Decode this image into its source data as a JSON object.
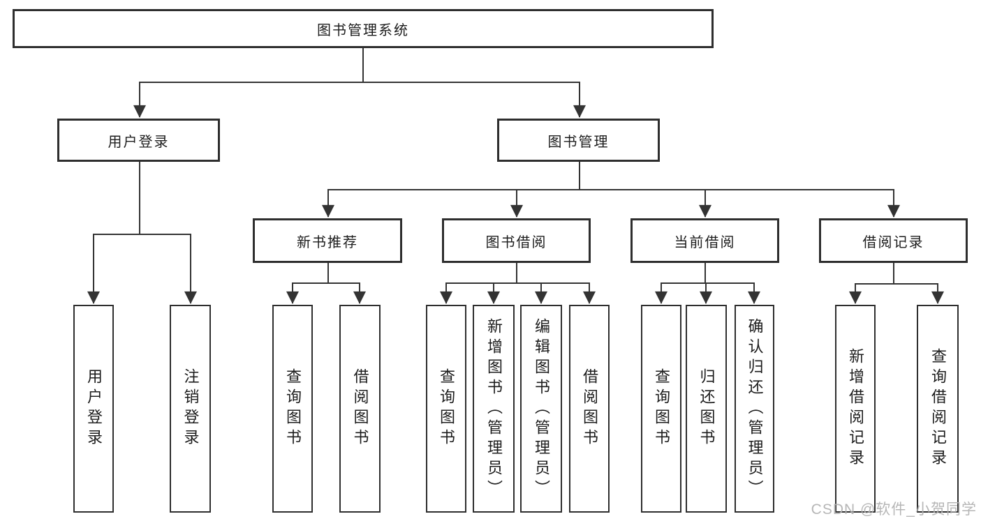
{
  "root": {
    "label": "图书管理系统"
  },
  "level2": [
    {
      "label": "用户登录"
    },
    {
      "label": "图书管理"
    }
  ],
  "level3": [
    {
      "label": "新书推荐"
    },
    {
      "label": "图书借阅"
    },
    {
      "label": "当前借阅"
    },
    {
      "label": "借阅记录"
    }
  ],
  "leaves": [
    {
      "label": "用户登录"
    },
    {
      "label": "注销登录"
    },
    {
      "label": "查询图书"
    },
    {
      "label": "借阅图书"
    },
    {
      "label": "查询图书"
    },
    {
      "label": "新增图书（管理员）"
    },
    {
      "label": "编辑图书（管理员）"
    },
    {
      "label": "借阅图书"
    },
    {
      "label": "查询图书"
    },
    {
      "label": "归还图书"
    },
    {
      "label": "确认归还（管理员）"
    },
    {
      "label": "新增借阅记录"
    },
    {
      "label": "查询借阅记录"
    }
  ],
  "watermark": "CSDN @软件_小贺同学",
  "colors": {
    "line": "#333333",
    "box_border": "#2e2e2e",
    "text": "#1c1c1c",
    "watermark": "#b5b5b5",
    "background": "#ffffff"
  }
}
